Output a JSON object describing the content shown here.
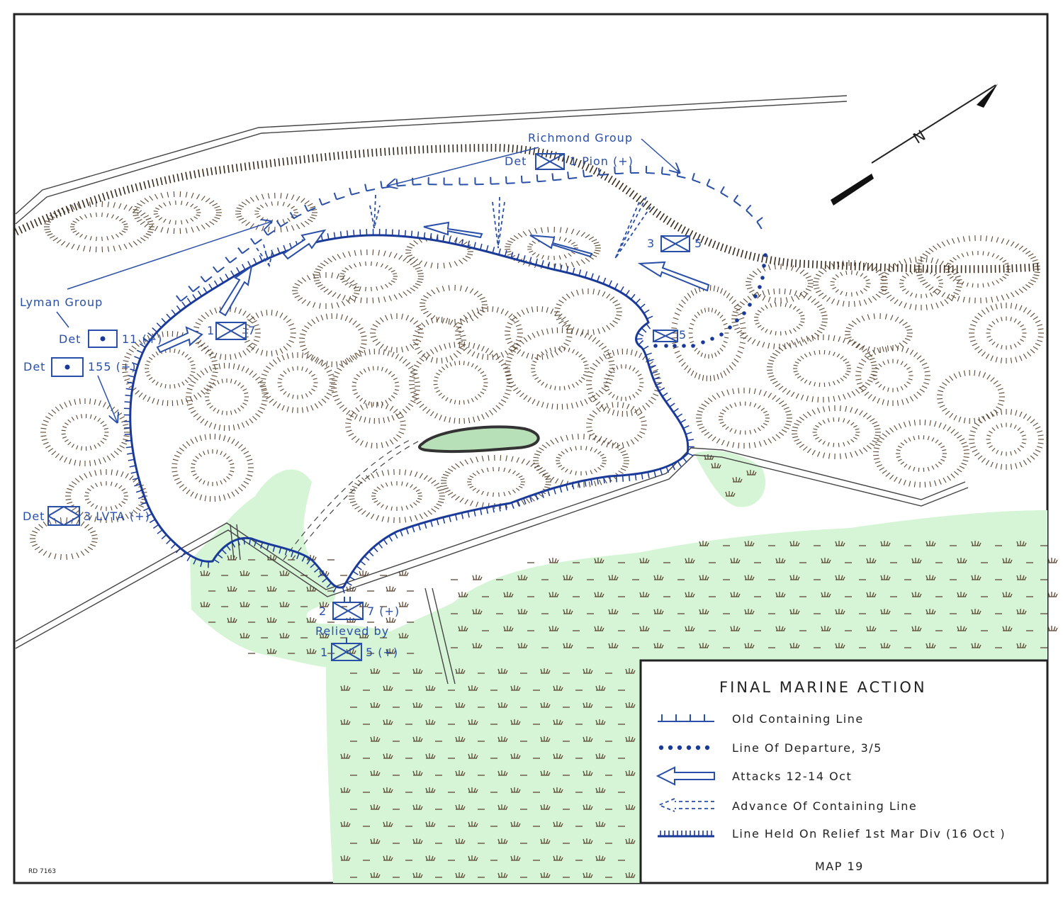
{
  "legend": {
    "title": "FINAL MARINE ACTION",
    "items": [
      {
        "symbol": "old-containing-line",
        "label": "Old Containing Line"
      },
      {
        "symbol": "line-of-departure",
        "label": "Line Of Departure, 3/5"
      },
      {
        "symbol": "attack-arrow",
        "label": "Attacks 12-14 Oct"
      },
      {
        "symbol": "advance-arrow",
        "label": "Advance Of Containing Line"
      },
      {
        "symbol": "line-held",
        "label": "Line Held On Relief 1st Mar Div (16 Oct )"
      }
    ],
    "map_number": "MAP 19"
  },
  "map_code": "RD 7163",
  "north_label": "N",
  "groups": {
    "richmond": "Richmond Group",
    "lyman": "Lyman Group"
  },
  "units": {
    "det_pion_prefix": "Det",
    "det_pion_name": "1 Pion (+)",
    "three_five_left": "3",
    "three_five_right": "5",
    "det_11_prefix": "Det",
    "det_11_name": "11 (+)",
    "det_155_prefix": "Det",
    "det_155_name": "155 (+)",
    "one_seven_left": "1",
    "one_seven_right": "7",
    "unit_5": "5",
    "det_lvta_prefix": "Det",
    "det_lvta_name": "3 LVTA (+)",
    "two_seven_left": "2",
    "two_seven_right": "7 (+)",
    "relieved_by": "Relieved by",
    "one_five_left": "1",
    "one_five_right": "5 (+)"
  },
  "colors": {
    "military_blue": "#2a4fa8",
    "terrain_brown": "#5a4632",
    "marsh_green": "#d6f5d6",
    "ink": "#222222"
  }
}
